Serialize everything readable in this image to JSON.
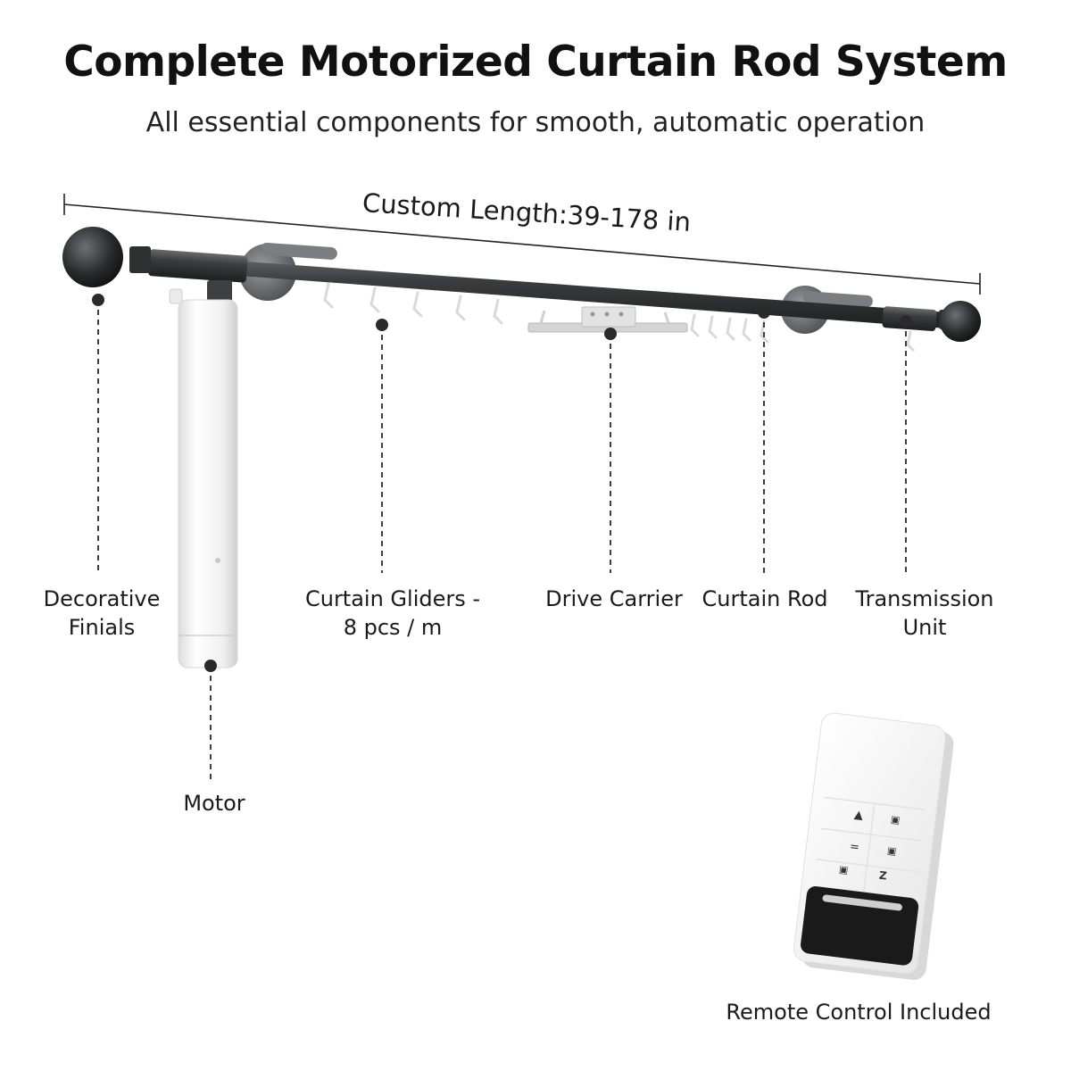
{
  "header": {
    "title": "Complete Motorized Curtain Rod System",
    "subtitle": "All essential components for smooth, automatic operation"
  },
  "dimension": {
    "label": "Custom Length:39-178 in"
  },
  "components": {
    "finials": "Decorative\nFinials",
    "gliders": "Curtain Gliders -\n8 pcs / m",
    "carrier": "Drive Carrier",
    "rod": "Curtain Rod",
    "transmission": "Transmission\nUnit",
    "motor": "Motor",
    "remote": "Remote Control Included"
  },
  "remote": {
    "buttons": [
      "▲",
      "▣",
      "=",
      "▣",
      "▣",
      "Z"
    ]
  },
  "colors": {
    "rod": "#3a3b3e",
    "motor": "#f2f2f2",
    "accent": "#333333"
  }
}
